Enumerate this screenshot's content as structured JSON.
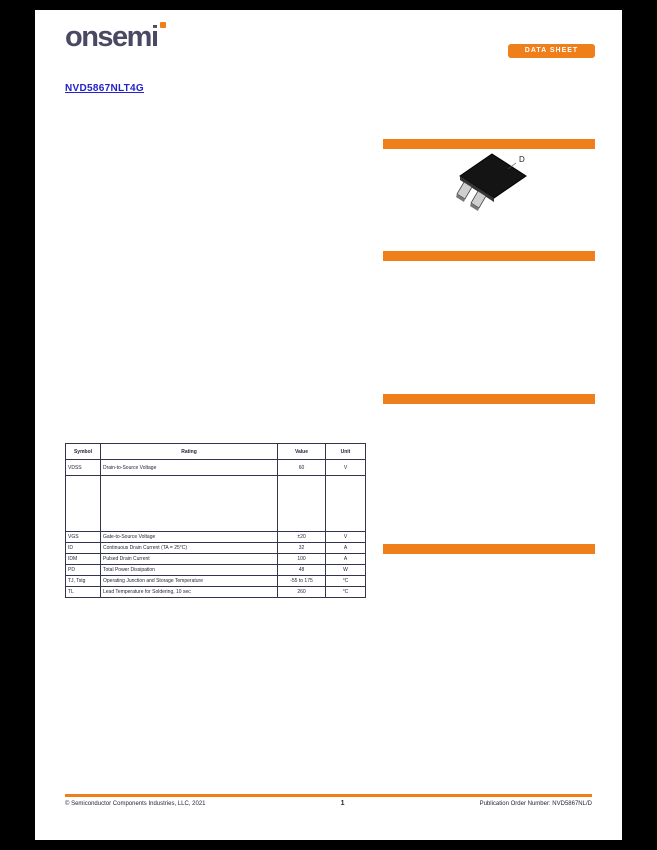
{
  "colors": {
    "accent_orange": "#EF7F1A",
    "link_blue": "#2323C8",
    "logo_purple": "#4A4964",
    "table_line": "#34344E",
    "text_dark": "#26263A"
  },
  "header": {
    "logo_text": "onsemi",
    "badge_label": "DATA SHEET"
  },
  "part": {
    "number_link": "NVD5867NLT4G"
  },
  "package": {
    "drain_label": "D"
  },
  "table": {
    "headers": [
      "Symbol",
      "Rating",
      "Value",
      "Unit"
    ],
    "rows": [
      {
        "symbol": "VDSS",
        "rating": "Drain-to-Source Voltage",
        "value": "60",
        "unit": "V"
      },
      {
        "symbol": "",
        "rating": "",
        "value": "",
        "unit": ""
      },
      {
        "symbol": "VGS",
        "rating": "Gate-to-Source Voltage",
        "value": "±20",
        "unit": "V"
      },
      {
        "symbol": "ID",
        "rating": "Continuous Drain Current (TA = 25°C)",
        "value": "32",
        "unit": "A"
      },
      {
        "symbol": "IDM",
        "rating": "Pulsed Drain Current",
        "value": "100",
        "unit": "A"
      },
      {
        "symbol": "PD",
        "rating": "Total Power Dissipation",
        "value": "48",
        "unit": "W"
      },
      {
        "symbol": "TJ, Tstg",
        "rating": "Operating Junction and Storage Temperature",
        "value": "-55 to 175",
        "unit": "°C"
      },
      {
        "symbol": "TL",
        "rating": "Lead Temperature for Soldering, 10 sec",
        "value": "260",
        "unit": "°C"
      }
    ]
  },
  "footer": {
    "copyright": "© Semiconductor Components Industries, LLC, 2021",
    "page_number": "1",
    "pub_order": "Publication Order Number: NVD5867NL/D"
  }
}
